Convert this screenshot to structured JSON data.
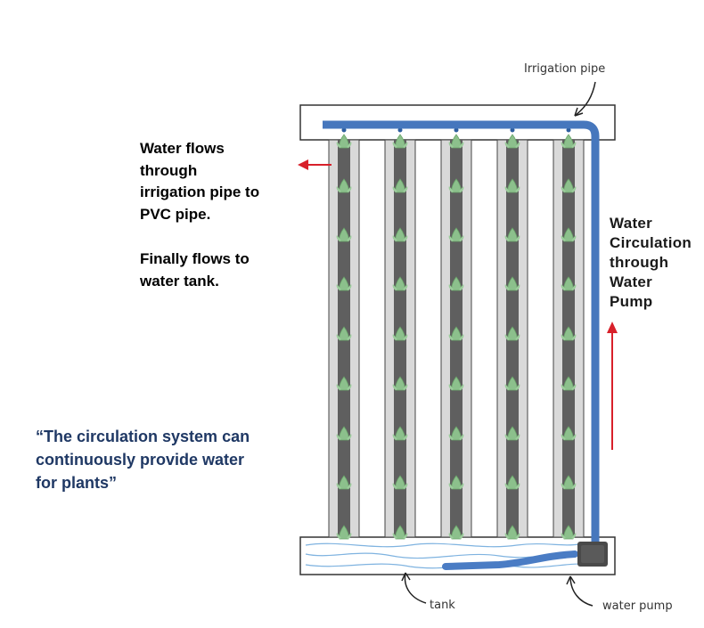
{
  "labels": {
    "irrigation_pipe": "Irrigation pipe",
    "tank": "tank",
    "water_pump": "water pump"
  },
  "flow_text": {
    "lines": [
      "Water flows",
      "through",
      "irrigation pipe to",
      "PVC pipe."
    ],
    "lines2": [
      "Finally flows to",
      "water tank."
    ]
  },
  "pump_text": {
    "lines": [
      "Water",
      "Circulation",
      "through",
      "Water",
      "Pump"
    ]
  },
  "quote": {
    "lines": [
      "“The circulation system can",
      "continuously provide water",
      "for plants”"
    ]
  },
  "colors": {
    "pipe_blue": "#4a7cc4",
    "arrow_red": "#d8202a",
    "quote_navy": "#1f3864",
    "pvc_gray": "#d9d9d9",
    "pvc_core": "#5f5f5f",
    "plant_green": "#8cc08c"
  },
  "icons": [
    "plant-icon",
    "red-arrow-left-icon",
    "red-arrow-up-icon",
    "pointer-arrow-icon",
    "water-pump-icon"
  ]
}
